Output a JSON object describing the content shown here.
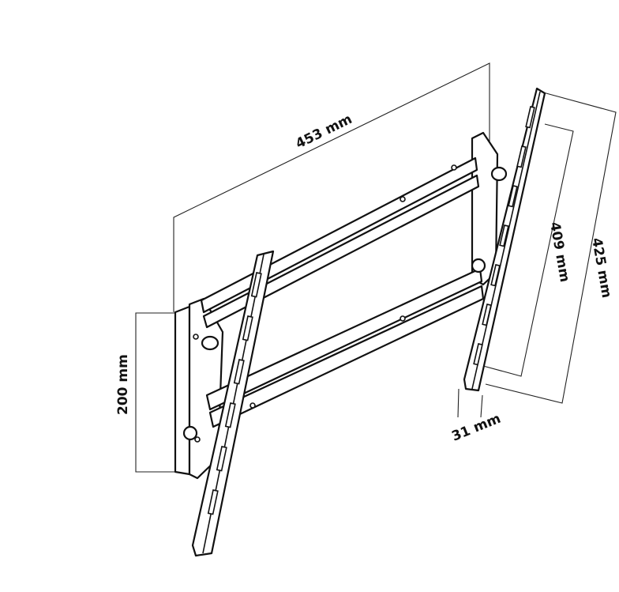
{
  "dimensions": {
    "overall_width": "453 mm",
    "arm_length": "425 mm",
    "slot_span": "409 mm",
    "plate_height": "200 mm",
    "arm_width": "31 mm"
  },
  "colors": {
    "line": "#111111",
    "background": "#ffffff"
  }
}
